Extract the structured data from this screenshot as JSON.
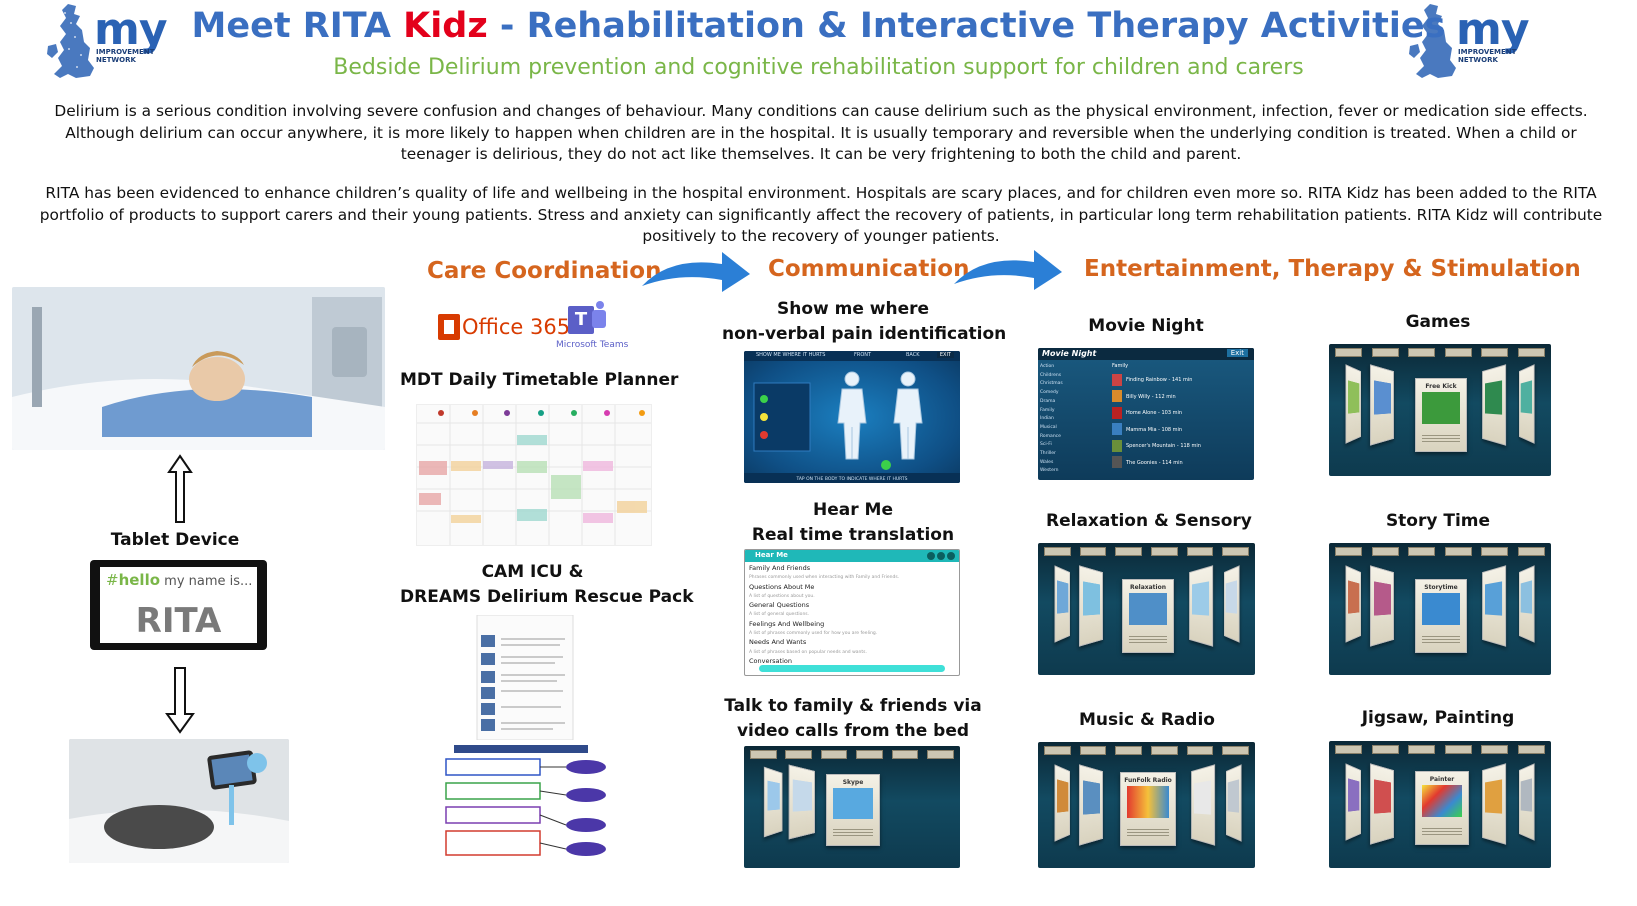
{
  "header": {
    "logo_text": "my",
    "logo_tagline_1": "IMPROVEMENT",
    "logo_tagline_2": "NETWORK",
    "title_part1": "Meet RITA ",
    "title_highlight": "Kidz",
    "title_part2": " - Rehabilitation & Interactive Therapy Activities",
    "subtitle": "Bedside Delirium prevention and cognitive rehabilitation support for children and carers"
  },
  "body": {
    "paragraph1": "Delirium is a serious condition involving severe confusion and changes of behaviour. Many conditions can cause delirium such as the physical environment, infection, fever or medication side effects. Although delirium can occur anywhere, it is more likely to happen when children are in the hospital. It is usually temporary and reversible when the underlying condition is treated. When a child or teenager is delirious, they do not act like themselves. It can be very frightening to both the child and parent.",
    "paragraph2": "RITA has been evidenced to enhance children’s quality of life and wellbeing in the hospital environment. Hospitals are scary places, and for children even more so. RITA Kidz has been added to the RITA portfolio of products to support carers and their young patients. Stress and anxiety can significantly affect the recovery of patients, in particular long term rehabilitation patients. RITA Kidz will contribute positively to the recovery of younger patients."
  },
  "tablet": {
    "label": "Tablet Device",
    "screen_hash": "#",
    "screen_hello": "hello",
    "screen_rest": " my name is...",
    "screen_brand": "RITA"
  },
  "care": {
    "heading": "Care Coordination",
    "office_label": "Office 365",
    "teams_label": "Microsoft Teams",
    "mdt_label": "MDT Daily Timetable Planner",
    "cam_label_1": "CAM ICU &",
    "cam_label_2": "DREAMS Delirium Rescue Pack"
  },
  "communication": {
    "heading": "Communication",
    "showme_1": "Show me where",
    "showme_2": "non-verbal pain identification",
    "showme_header": "SHOW ME WHERE IT HURTS",
    "showme_front": "FRONT",
    "showme_back": "BACK",
    "showme_exit": "EXIT",
    "showme_footer": "TAP ON THE BODY TO INDICATE WHERE IT HURTS",
    "hearme_1": "Hear Me",
    "hearme_2": "Real time translation",
    "hearme_app": "Hear Me",
    "hearme_items": [
      {
        "title": "Family And Friends",
        "desc": "Phrases commonly used when interacting with Family and Friends."
      },
      {
        "title": "Questions About Me",
        "desc": "A list of questions about you."
      },
      {
        "title": "General Questions",
        "desc": "A list of general questions."
      },
      {
        "title": "Feelings And Wellbeing",
        "desc": "A list of phrases commonly used for how you are feeling."
      },
      {
        "title": "Needs And Wants",
        "desc": "A list of phrases based on popular needs and wants."
      },
      {
        "title": "Conversation",
        "desc": ""
      }
    ],
    "video_1": "Talk to family & friends via",
    "video_2": "video calls from the bed",
    "video_card": "Skype"
  },
  "entertainment": {
    "heading": "Entertainment, Therapy & Stimulation",
    "movie_label": "Movie Night",
    "movie_app_title": "Movie Night",
    "movie_exit": "Exit",
    "movie_category": "Family",
    "movie_genres": [
      "Action",
      "Childrens",
      "Christmas",
      "Comedy",
      "Drama",
      "Family",
      "Indian",
      "Musical",
      "Romance",
      "Sci-Fi",
      "Thriller",
      "Wales",
      "Western"
    ],
    "movie_titles": [
      "Finding Rainbow - 141 min",
      "Billy Willy - 112 min",
      "Home Alone - 103 min",
      "Mamma Mia - 108 min",
      "Spencer's Mountain - 118 min",
      "The Goonies - 114 min"
    ],
    "games_label": "Games",
    "games_card": "Free Kick",
    "relax_label": "Relaxation & Sensory",
    "relax_card": "Relaxation",
    "story_label": "Story Time",
    "story_card": "Storytime",
    "music_label": "Music & Radio",
    "music_card": "FunFolk Radio",
    "jigsaw_label": "Jigsaw, Painting",
    "jigsaw_card": "Painter"
  },
  "colors": {
    "title_blue": "#3a6fc1",
    "kidz_red": "#e3001b",
    "subtitle_green": "#7ab648",
    "section_orange": "#d5651e",
    "arrow_blue": "#2b7fd6"
  }
}
